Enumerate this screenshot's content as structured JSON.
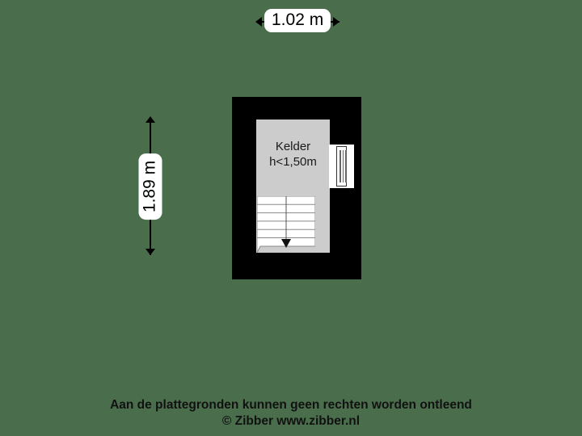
{
  "plan": {
    "room": {
      "name": "Kelder",
      "height_note": "h<1,50m"
    },
    "dimensions": {
      "width_label": "1.02 m",
      "height_label": "1.89 m"
    },
    "colors": {
      "background": "#4a6e4c",
      "wall": "#000000",
      "room_fill": "#cccccc",
      "stair_fill": "#ffffff",
      "label_badge": "#ffffff",
      "text": "#000000"
    },
    "stair": {
      "step_count": 6,
      "direction": "down"
    }
  },
  "footer": {
    "line1": "Aan de plattegronden kunnen geen rechten worden ontleend",
    "line2": "© Zibber www.zibber.nl"
  }
}
